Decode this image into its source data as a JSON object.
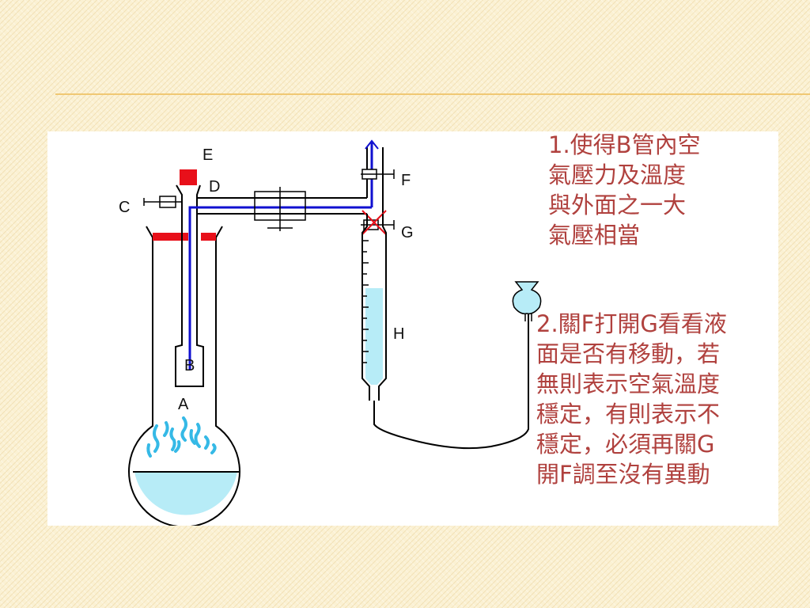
{
  "diagram": {
    "labels": {
      "a": "A",
      "b": "B",
      "c": "C",
      "d": "D",
      "e": "E",
      "f": "F",
      "g": "G",
      "h": "H"
    },
    "colors": {
      "tube_blue": "#1010d0",
      "stopper_red": "#e8101a",
      "water": "#b7ecf7",
      "outline": "#000000",
      "note_text": "#b0413e"
    }
  },
  "notes": {
    "note1": "1.使得B管內空\n氣壓力及溫度\n與外面之一大\n氣壓相當",
    "note2": "2.關F打開G看看液\n面是否有移動，若\n無則表示空氣溫度\n穩定，有則表示不\n穩定，必須再關G\n開F調至沒有異動"
  }
}
